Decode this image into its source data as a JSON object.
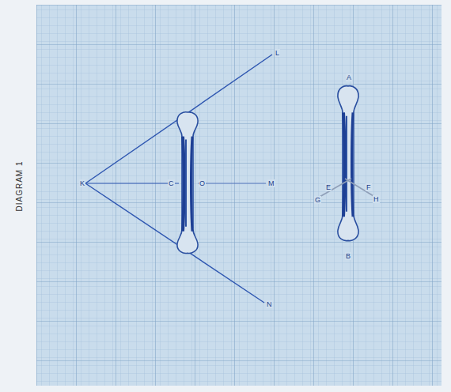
{
  "diagram": {
    "title": "DIAGRAM 1",
    "labels": [
      "L",
      "K",
      "C",
      "O",
      "M",
      "N",
      "A",
      "E",
      "F",
      "G",
      "H",
      "B"
    ]
  }
}
